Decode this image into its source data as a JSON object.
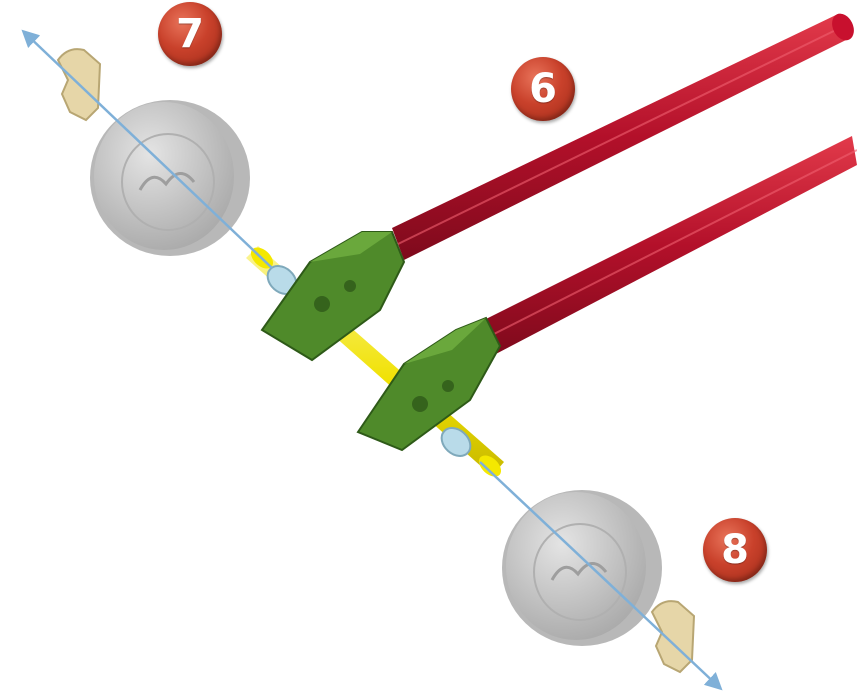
{
  "steps": [
    {
      "number": "7",
      "color": "#c9412b"
    },
    {
      "number": "6",
      "color": "#c9412b"
    },
    {
      "number": "8",
      "color": "#c9412b"
    }
  ],
  "parts": {
    "rod_color": "#c8102e",
    "bracket_color": "#4f8a2a",
    "axle_color": "#f2e600",
    "wheel_color": "#c9c9c9",
    "clip_color": "#e6d6a8",
    "spacer_color": "#a8d4e6",
    "arrow_color": "#7fb0d8"
  }
}
